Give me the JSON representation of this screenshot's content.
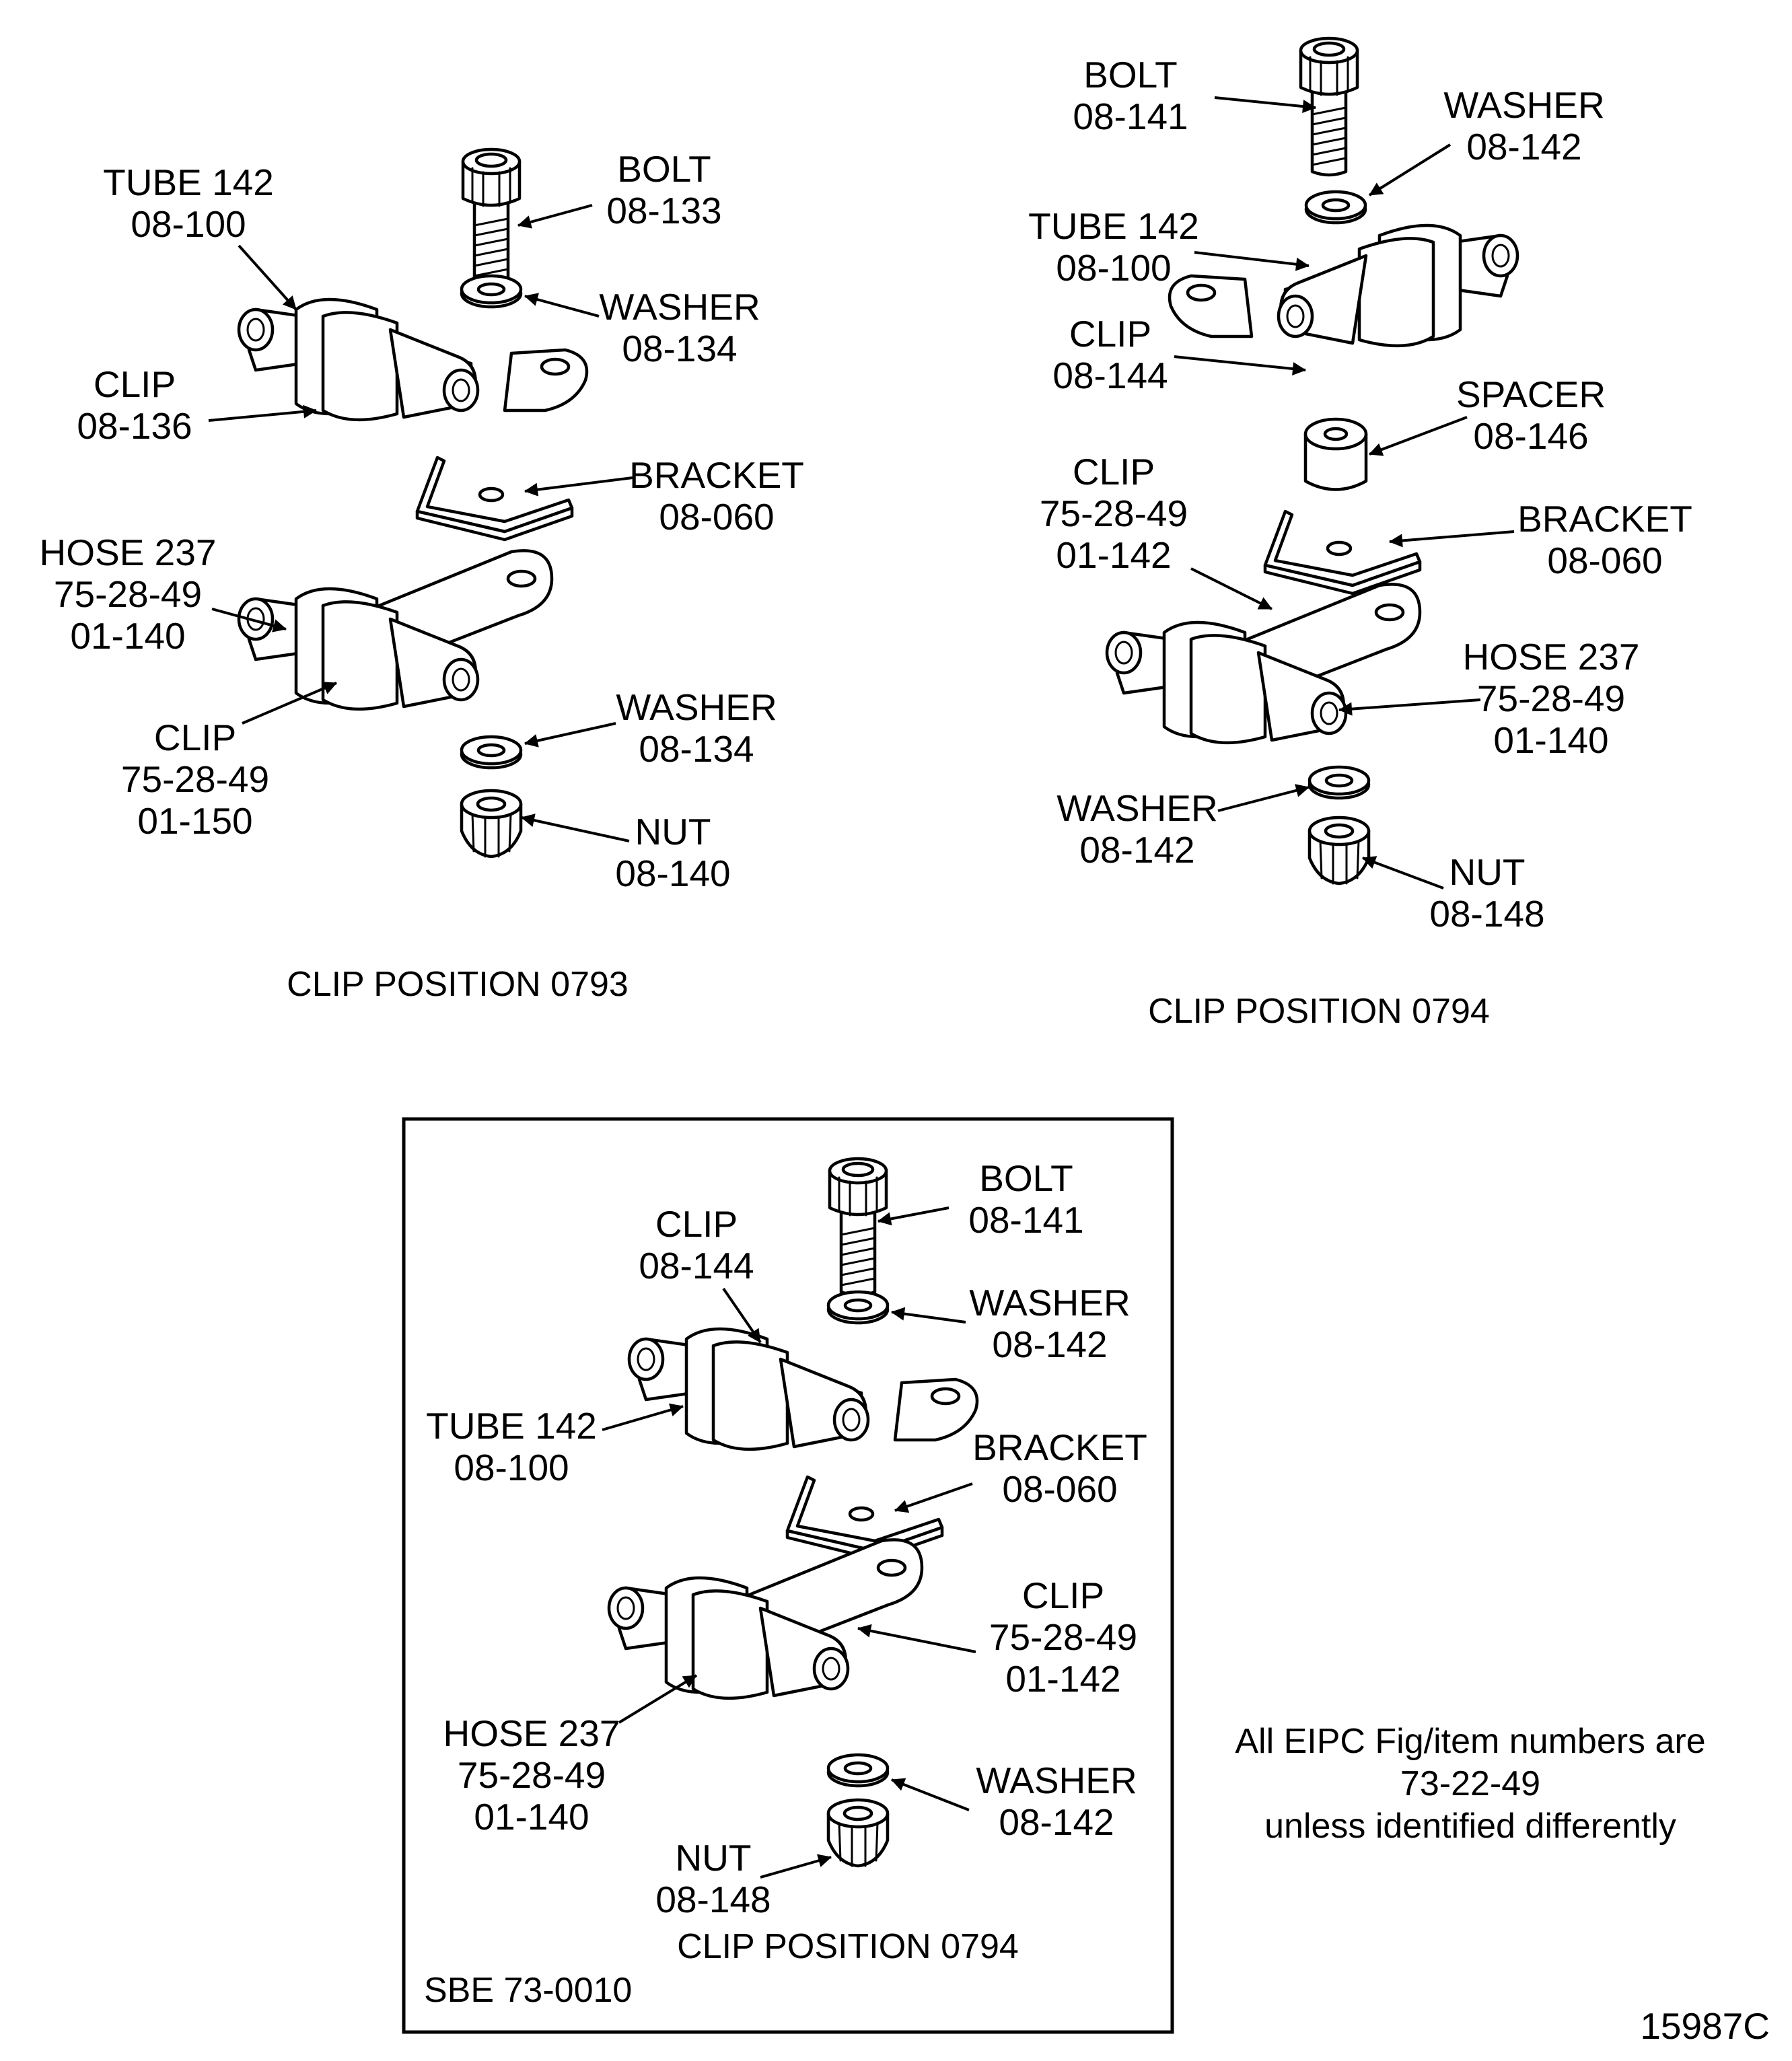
{
  "view_0793": {
    "caption": "CLIP POSITION 0793",
    "bolt": [
      "BOLT",
      "08-133"
    ],
    "tube": [
      "TUBE 142",
      "08-100"
    ],
    "washer_top": [
      "WASHER",
      "08-134"
    ],
    "clip_upper": [
      "CLIP",
      "08-136"
    ],
    "bracket": [
      "BRACKET",
      "08-060"
    ],
    "hose": [
      "HOSE 237",
      "75-28-49",
      "01-140"
    ],
    "washer_bottom": [
      "WASHER",
      "08-134"
    ],
    "clip_lower": [
      "CLIP",
      "75-28-49",
      "01-150"
    ],
    "nut": [
      "NUT",
      "08-140"
    ]
  },
  "view_0794": {
    "caption": "CLIP POSITION 0794",
    "bolt": [
      "BOLT",
      "08-141"
    ],
    "washer_top": [
      "WASHER",
      "08-142"
    ],
    "tube": [
      "TUBE 142",
      "08-100"
    ],
    "clip_upper": [
      "CLIP",
      "08-144"
    ],
    "spacer": [
      "SPACER",
      "08-146"
    ],
    "clip_lower": [
      "CLIP",
      "75-28-49",
      "01-142"
    ],
    "bracket": [
      "BRACKET",
      "08-060"
    ],
    "hose": [
      "HOSE 237",
      "75-28-49",
      "01-140"
    ],
    "washer_bottom": [
      "WASHER",
      "08-142"
    ],
    "nut": [
      "NUT",
      "08-148"
    ]
  },
  "view_sbe": {
    "caption": "CLIP POSITION 0794",
    "service_bulletin": "SBE 73-0010",
    "bolt": [
      "BOLT",
      "08-141"
    ],
    "clip_upper": [
      "CLIP",
      "08-144"
    ],
    "washer_top": [
      "WASHER",
      "08-142"
    ],
    "tube": [
      "TUBE 142",
      "08-100"
    ],
    "bracket": [
      "BRACKET",
      "08-060"
    ],
    "clip_lower": [
      "CLIP",
      "75-28-49",
      "01-142"
    ],
    "hose": [
      "HOSE 237",
      "75-28-49",
      "01-140"
    ],
    "washer_bottom": [
      "WASHER",
      "08-142"
    ],
    "nut": [
      "NUT",
      "08-148"
    ]
  },
  "note": [
    "All EIPC Fig/item numbers are",
    "73-22-49",
    "unless identified differently"
  ],
  "figure_number": "15987C"
}
